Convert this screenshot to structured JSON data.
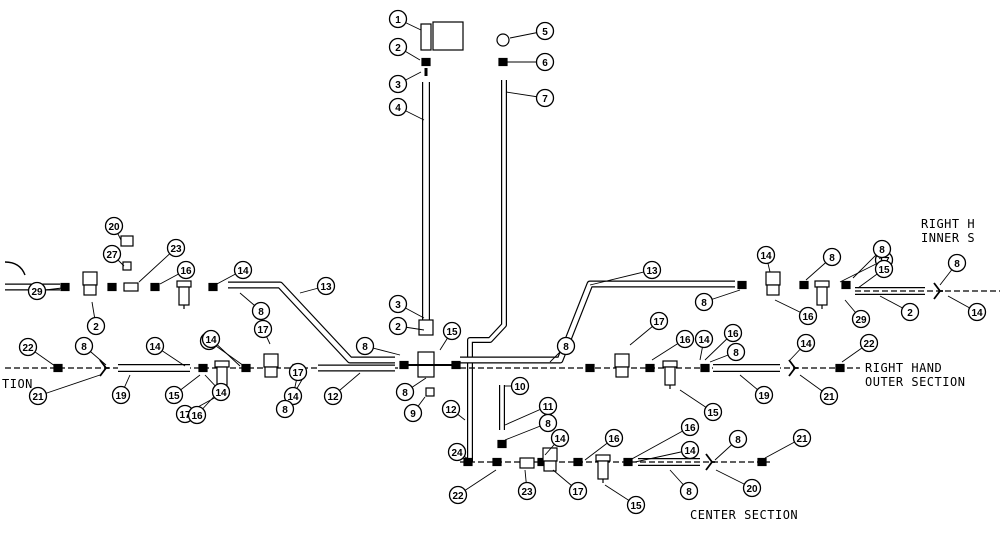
{
  "diagram": {
    "labels": {
      "right_inner_line1": "RIGHT H",
      "right_inner_line2": "INNER S",
      "right_outer_line1": "RIGHT HAND",
      "right_outer_line2": "OUTER SECTION",
      "center": "CENTER SECTION",
      "left_cut": "TION"
    },
    "callouts": [
      "1",
      "2",
      "3",
      "4",
      "5",
      "6",
      "7",
      "20",
      "27",
      "23",
      "16",
      "14",
      "13",
      "8",
      "3",
      "2",
      "8",
      "12",
      "8",
      "17",
      "16",
      "14",
      "8",
      "14",
      "17",
      "15",
      "29",
      "2",
      "22",
      "8",
      "21",
      "19",
      "14",
      "15",
      "16",
      "14",
      "17",
      "8",
      "12",
      "9",
      "10",
      "11",
      "8",
      "14",
      "16",
      "16",
      "14",
      "8",
      "20",
      "21",
      "22",
      "24",
      "23",
      "17",
      "15",
      "8",
      "17",
      "16",
      "14",
      "8",
      "19",
      "21",
      "22",
      "15",
      "16",
      "14",
      "13",
      "8",
      "14",
      "16",
      "8",
      "17",
      "15",
      "29",
      "2",
      "14",
      "8",
      "8"
    ]
  }
}
